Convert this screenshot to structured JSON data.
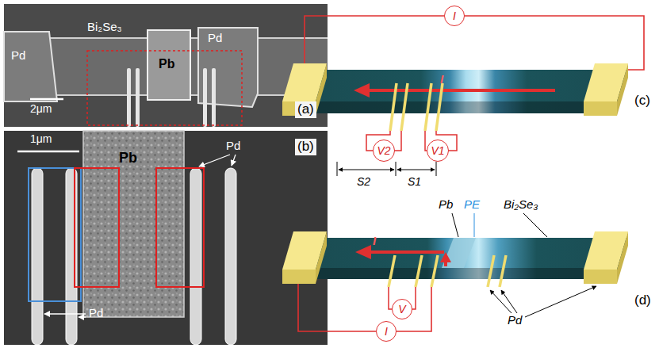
{
  "diagram": {
    "nodes": [
      {
        "text": [
          "I"
        ]
      },
      {
        "text": [
          "V2"
        ]
      },
      {
        "text": [
          "V1"
        ]
      },
      {
        "text": [
          "V"
        ]
      },
      {
        "text": [
          "I"
        ]
      }
    ],
    "labels": [
      "Pd",
      "Bi₂Se₃",
      "Pb",
      "Pd",
      "2μm",
      "(a)",
      "1μm",
      "Pb",
      "Pd",
      "Pd",
      "(b)",
      "I",
      "(c)",
      "S2",
      "S1",
      "Pb",
      "PE",
      "Bi₂Se₃",
      "I",
      "(d)",
      "Pd"
    ]
  }
}
